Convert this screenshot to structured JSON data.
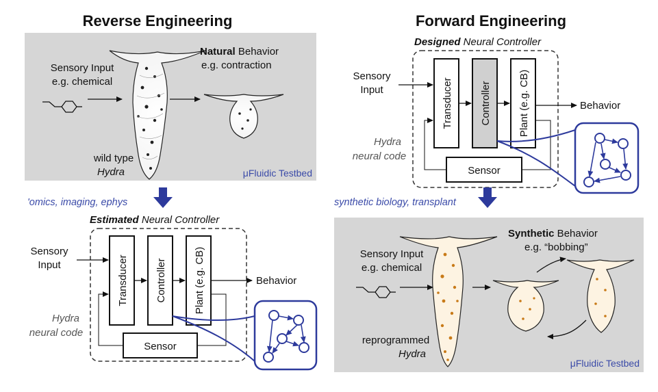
{
  "titles": {
    "reverse": "Reverse Engineering",
    "forward": "Forward Engineering"
  },
  "reverse_panel": {
    "sensory_input": "Sensory Input",
    "chemical": "e.g. chemical",
    "behavior_bold": "Natural",
    "behavior_rest": " Behavior",
    "behavior_example": "e.g. contraction",
    "wild_type": "wild type",
    "hydra": "Hydra",
    "testbed": "μFluidic Testbed"
  },
  "methods": {
    "reverse": "'omics, imaging, ephys",
    "forward": "synthetic biology, transplant"
  },
  "estimated": {
    "title_bold": "Estimated",
    "title_rest": " Neural Controller",
    "sensory": "Sensory",
    "input": "Input",
    "transducer": "Transducer",
    "controller": "Controller",
    "plant": "Plant (e.g. CB)",
    "behavior": "Behavior",
    "sensor": "Sensor",
    "code1": "Hydra",
    "code2": "neural code"
  },
  "designed": {
    "title_bold": "Designed",
    "title_rest": " Neural Controller",
    "sensory": "Sensory",
    "input": "Input",
    "transducer": "Transducer",
    "controller": "Controller",
    "plant": "Plant (e.g. CB)",
    "behavior": "Behavior",
    "sensor": "Sensor",
    "code1": "Hydra",
    "code2": "neural code"
  },
  "forward_panel": {
    "sensory_input": "Sensory Input",
    "chemical": "e.g. chemical",
    "behavior_bold": "Synthetic",
    "behavior_rest": " Behavior",
    "behavior_example": "e.g. “bobbing”",
    "reprogrammed": "reprogrammed",
    "hydra": "Hydra",
    "testbed": "μFluidic Testbed"
  },
  "colors": {
    "accent_blue": "#2d3a9c",
    "panel_gray": "#d6d6d6",
    "controller_fill": "#d0d0d0",
    "cell_orange": "#c87a18"
  }
}
